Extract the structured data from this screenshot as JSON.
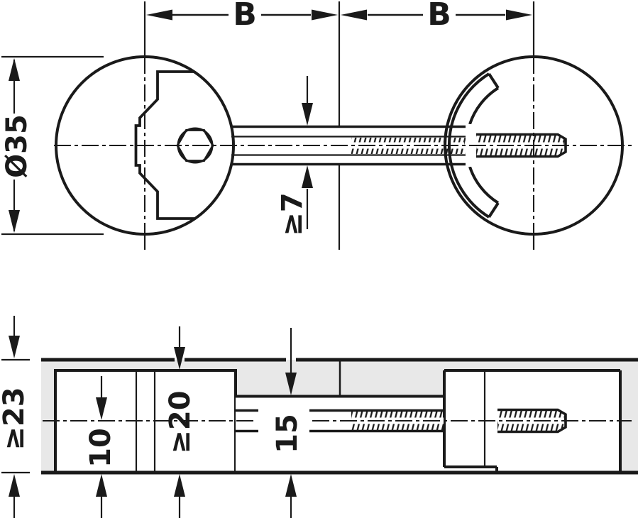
{
  "drawing": {
    "kind": "technical-drawing-connector-fitting",
    "views": {
      "plan": {
        "dim_b_left": "B",
        "dim_b_right": "B",
        "dim_housing_diameter": "Ø35",
        "dim_bolt_diameter": "≥7"
      },
      "section": {
        "dim_panel_thickness": "≥23",
        "dim_axis_to_face": "10",
        "dim_hole_depth": "≥20",
        "dim_drill_distance": "15"
      }
    },
    "colors": {
      "line": "#1a1a1a",
      "panel_fill": "#e8e8e8",
      "background": "#ffffff"
    }
  }
}
